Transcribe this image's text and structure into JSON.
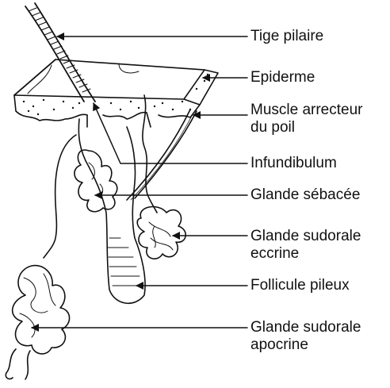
{
  "labels": {
    "tige": "Tige pilaire",
    "epiderme": "Epiderme",
    "muscle_l1": "Muscle arrecteur",
    "muscle_l2": "du poil",
    "infundibulum": "Infundibulum",
    "sebacee": "Glande sébacée",
    "eccrine_l1": "Glande sudorale",
    "eccrine_l2": "eccrine",
    "follicule": "Follicule pileux",
    "apocrine_l1": "Glande sudorale",
    "apocrine_l2": "apocrine"
  },
  "colors": {
    "ink": "#111111",
    "background": "#ffffff"
  }
}
